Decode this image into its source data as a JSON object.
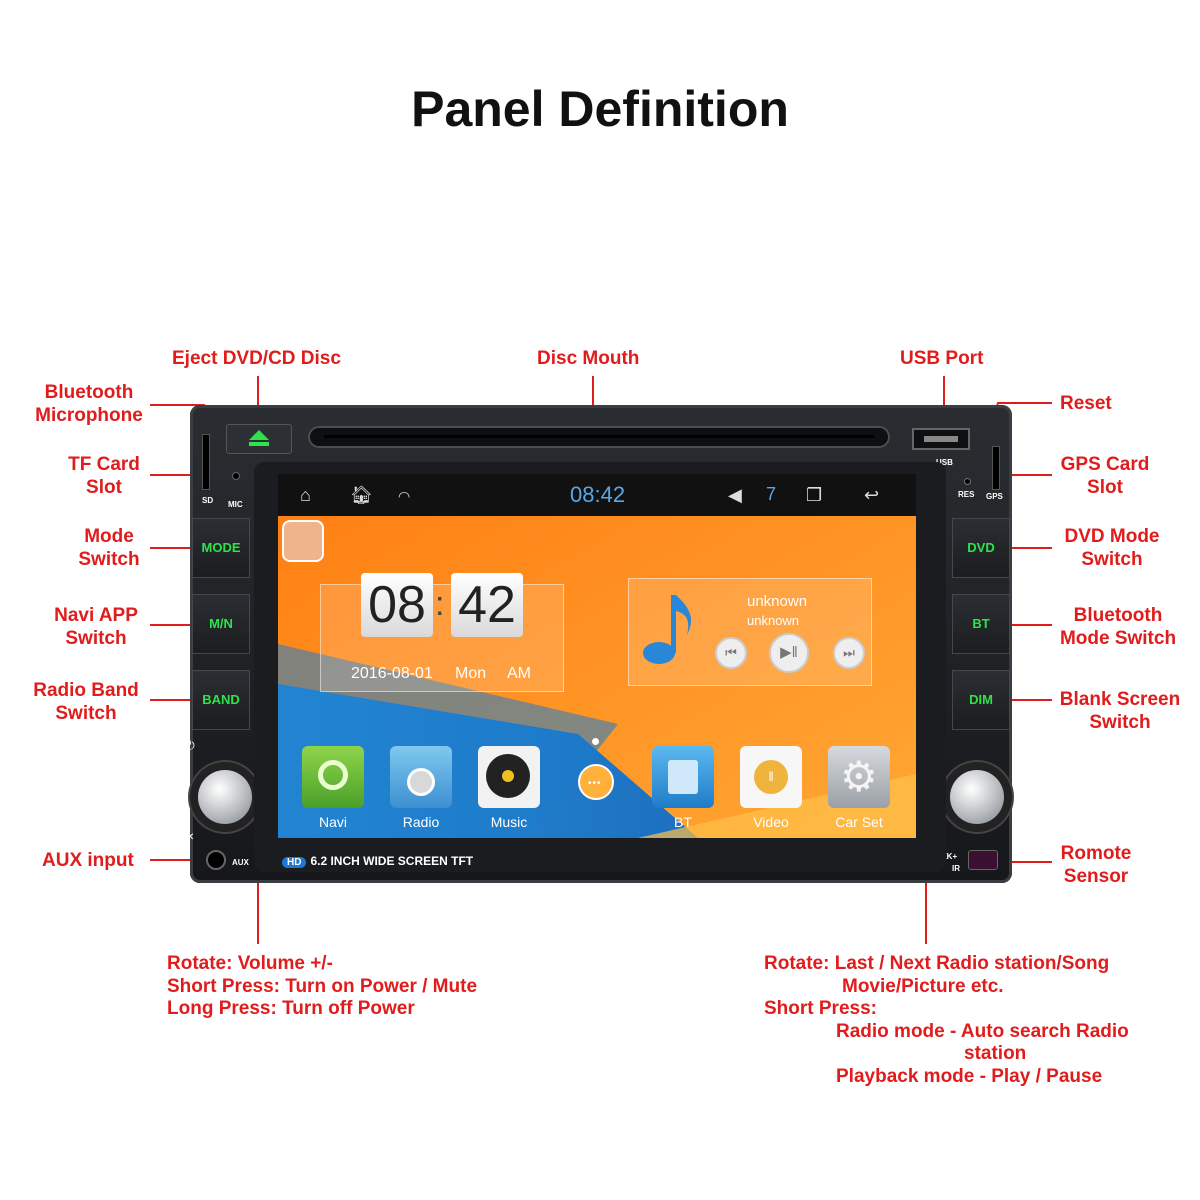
{
  "title": "Panel Definition",
  "callouts": {
    "eject": "Eject DVD/CD Disc",
    "disc_mouth": "Disc Mouth",
    "usb_port": "USB Port",
    "bt_mic": [
      "Bluetooth",
      "Microphone"
    ],
    "reset": "Reset",
    "tf_card": [
      "TF Card",
      "Slot"
    ],
    "gps_card": [
      "GPS Card",
      "Slot"
    ],
    "mode_switch": [
      "Mode",
      "Switch"
    ],
    "dvd_mode": [
      "DVD Mode",
      "Switch"
    ],
    "navi_app": [
      "Navi APP",
      "Switch"
    ],
    "bt_mode": [
      "Bluetooth",
      "Mode Switch"
    ],
    "radio_band": [
      "Radio Band",
      "Switch"
    ],
    "blank_screen": [
      "Blank Screen",
      "Switch"
    ],
    "aux_input": "AUX input",
    "remote_sensor": [
      "Romote",
      "Sensor"
    ]
  },
  "notes": {
    "left": [
      "Rotate: Volume +/-",
      "Short Press: Turn on Power / Mute",
      "Long Press: Turn off Power"
    ],
    "right": [
      "Rotate: Last / Next Radio station/Song",
      "Movie/Picture etc.",
      "Short Press:",
      "Radio mode - Auto search Radio",
      "station",
      "Playback mode - Play / Pause"
    ]
  },
  "device": {
    "buttons_left": [
      "MODE",
      "M/N",
      "BAND"
    ],
    "buttons_right": [
      "DVD",
      "BT",
      "DIM"
    ],
    "small_labels": {
      "sd": "SD",
      "mic": "MIC",
      "usb": "USB",
      "res": "RES",
      "gps": "GPS",
      "aux": "AUX",
      "ir": "IR",
      "seek": "-SEEK+"
    },
    "strip": {
      "hd": "HD",
      "text": "6.2 INCH WIDE  SCREEN TFT"
    }
  },
  "screen": {
    "status_time": "08:42",
    "volume": "7",
    "clock_hour": "08",
    "clock_min": "42",
    "date": "2016-08-01",
    "day": "Mon",
    "ampm": "AM",
    "music_title": "unknown",
    "music_artist": "unknown",
    "apps": [
      "Navi",
      "Radio",
      "Music",
      "BT",
      "Video",
      "Car Set"
    ]
  },
  "colors": {
    "callout": "#e01c1c",
    "button_text": "#2fe24c",
    "screen_orange": "#ff8a1e",
    "screen_blue": "#1e7fcf"
  }
}
